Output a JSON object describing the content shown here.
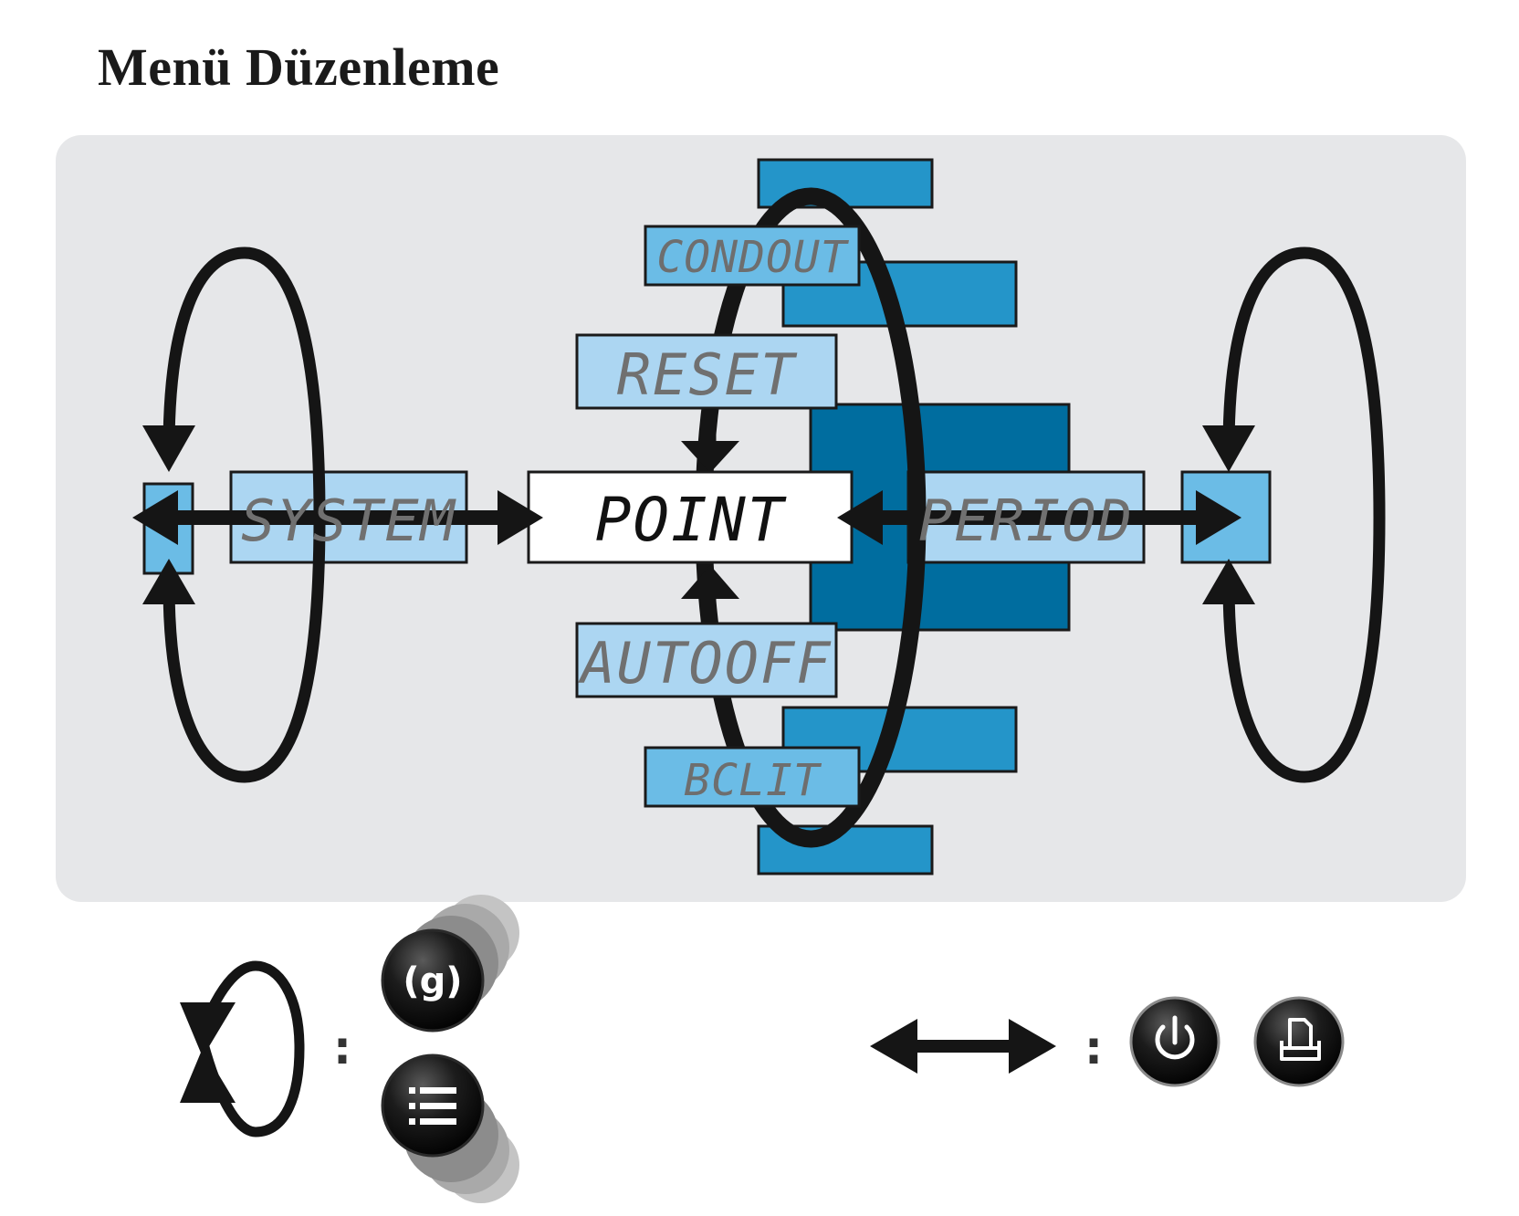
{
  "title": "Menü Düzenleme",
  "menu": {
    "center": "POINT",
    "up_items": [
      "CONDOUT",
      "RESET"
    ],
    "down_items": [
      "AUTOOFF",
      "BCLIT"
    ],
    "left": "SYSTEM",
    "right": "PERIOD"
  },
  "legend": {
    "separator": ":",
    "g_key_label": "(g)"
  },
  "colors": {
    "panel": "#e6e7e9",
    "light_blue": "#acd6f2",
    "mid_blue": "#6bbce6",
    "blue": "#2495c9",
    "dark_blue": "#006d9f",
    "ink": "#111111"
  }
}
